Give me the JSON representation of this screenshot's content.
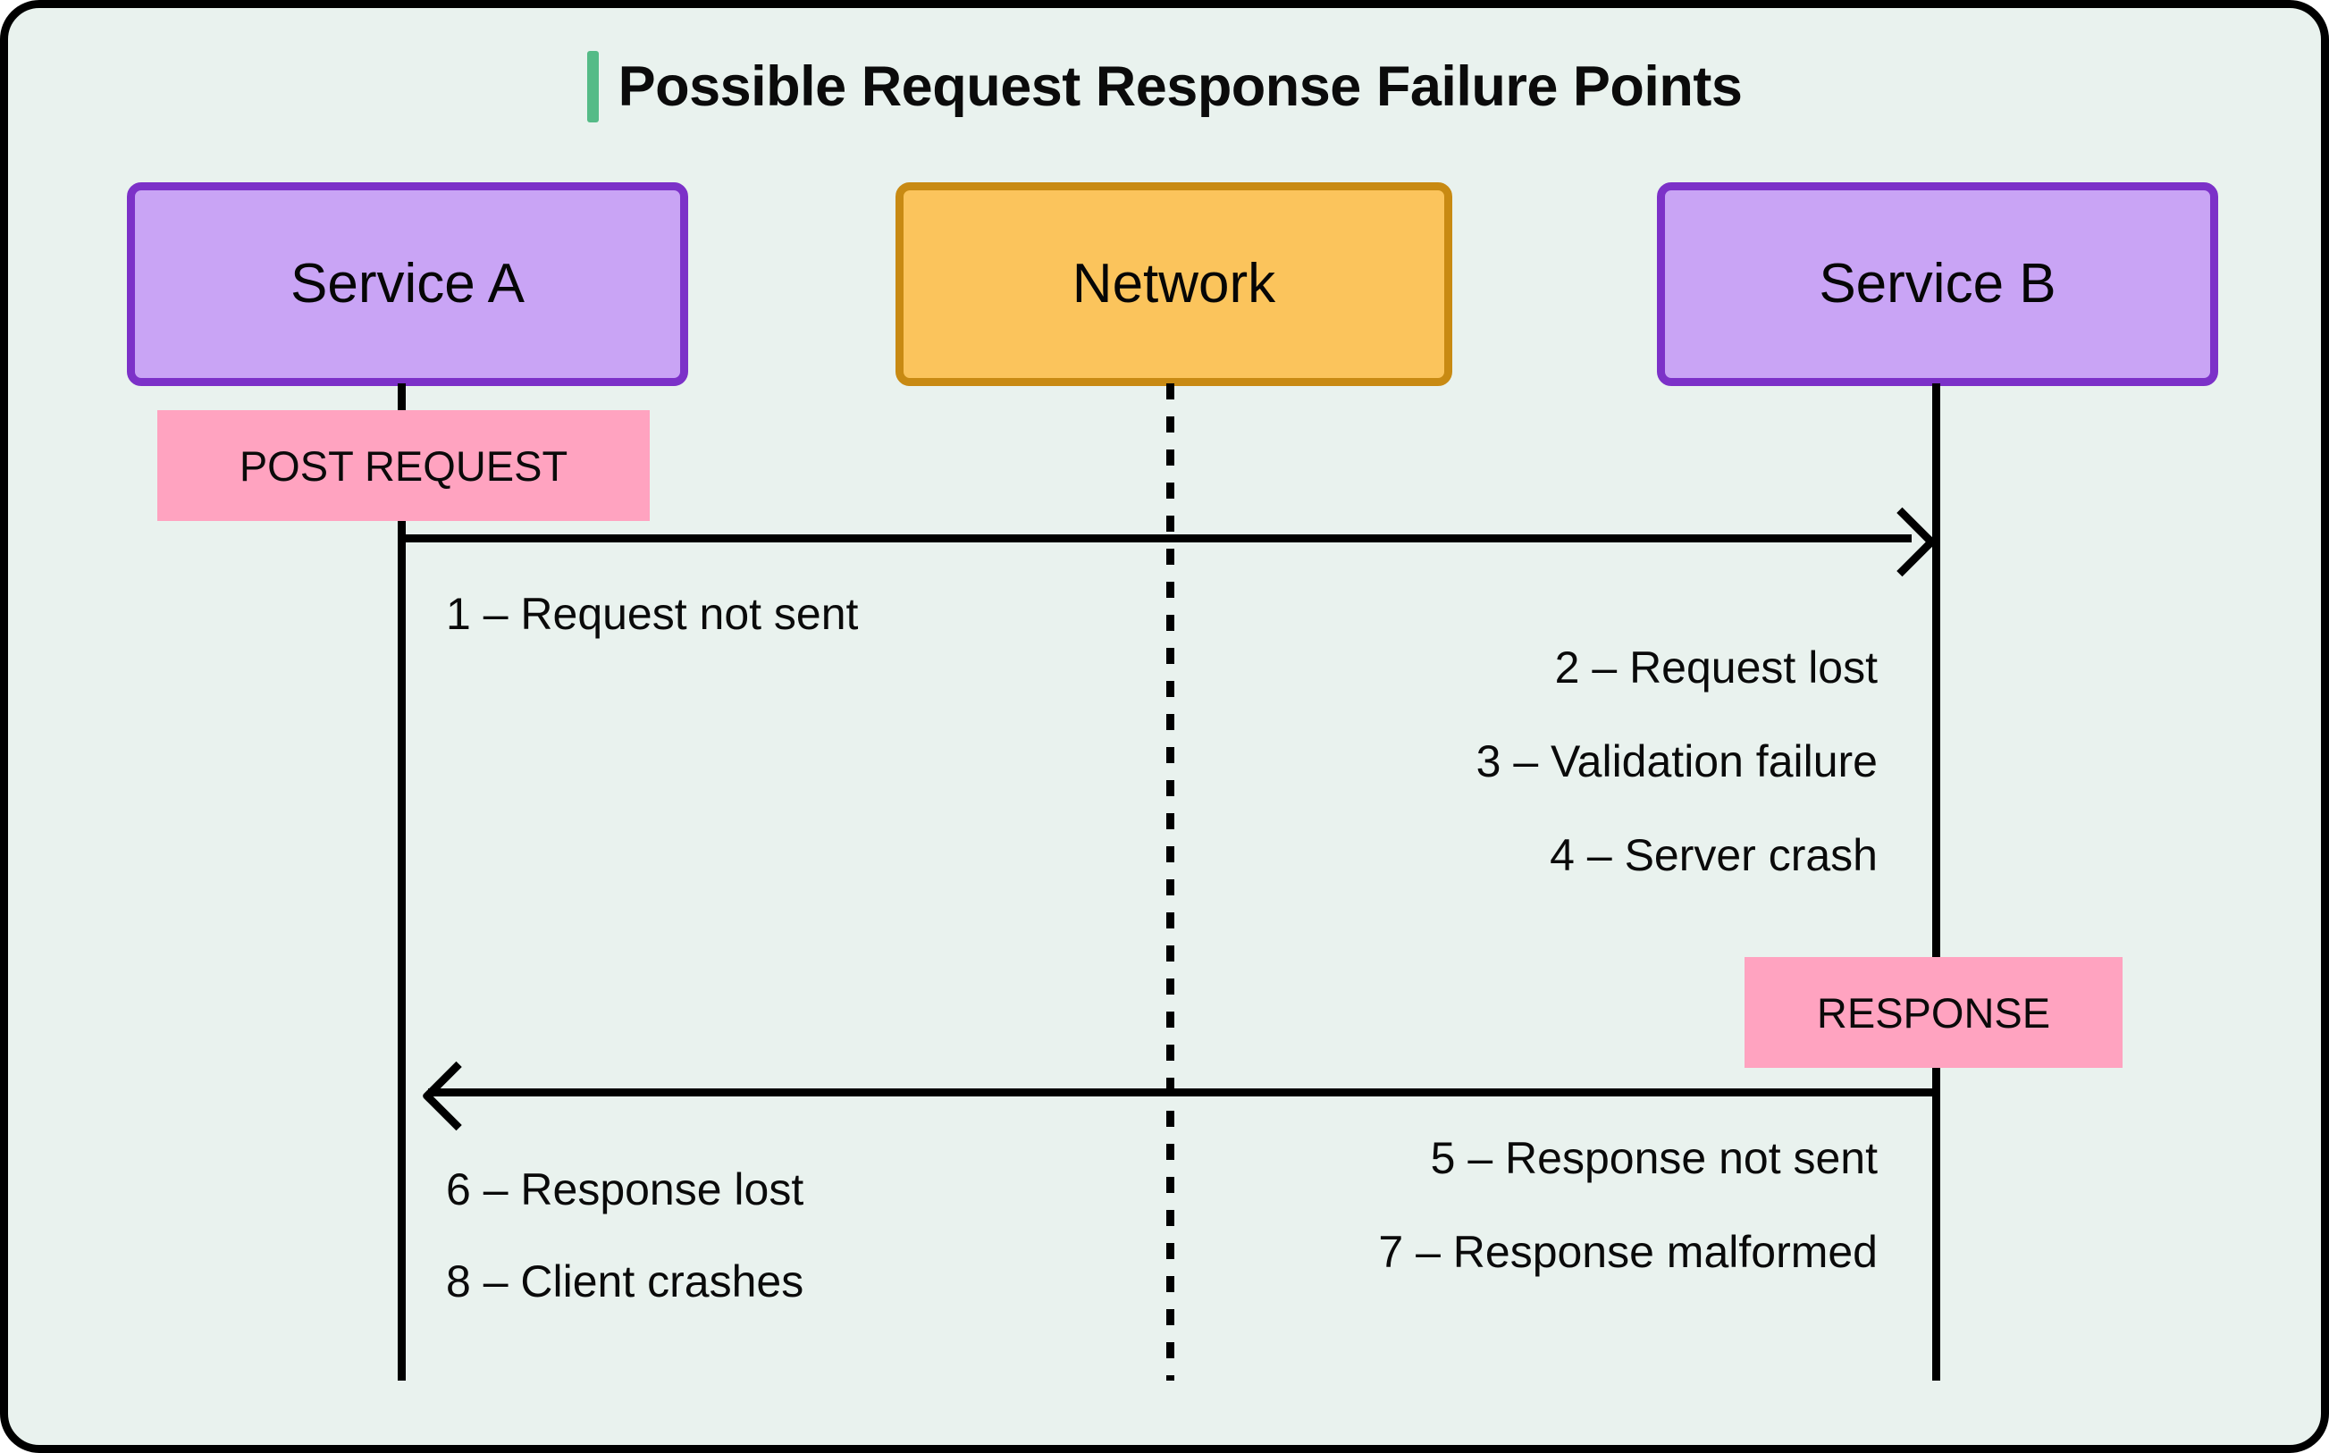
{
  "diagram": {
    "title": "Possible Request Response Failure Points",
    "accent_color": "#55bb87",
    "background_color": "#e9f2ee",
    "border_color": "#000000"
  },
  "participants": [
    {
      "id": "service-a",
      "label": "Service A",
      "fill": "#c9a4f5",
      "stroke": "#7c31c8",
      "lifeline_style": "solid"
    },
    {
      "id": "network",
      "label": "Network",
      "fill": "#fbc45c",
      "stroke": "#c88a13",
      "lifeline_style": "dashed"
    },
    {
      "id": "service-b",
      "label": "Service B",
      "fill": "#c9a4f5",
      "stroke": "#7c31c8",
      "lifeline_style": "solid"
    }
  ],
  "messages": [
    {
      "id": "post-request",
      "label": "POST REQUEST",
      "from": "service-a",
      "to": "service-b",
      "direction": "right",
      "tag_color": "#ffa3c0"
    },
    {
      "id": "response",
      "label": "RESPONSE",
      "from": "service-b",
      "to": "service-a",
      "direction": "left",
      "tag_color": "#ffa3c0"
    }
  ],
  "failure_points": [
    {
      "number": "1",
      "text": "1 – Request not sent"
    },
    {
      "number": "2",
      "text": "2 – Request lost"
    },
    {
      "number": "3",
      "text": "3 – Validation failure"
    },
    {
      "number": "4",
      "text": "4 – Server crash"
    },
    {
      "number": "5",
      "text": "5 – Response not sent"
    },
    {
      "number": "6",
      "text": "6 – Response lost"
    },
    {
      "number": "7",
      "text": "7 – Response malformed"
    },
    {
      "number": "8",
      "text": "8 – Client crashes"
    }
  ]
}
